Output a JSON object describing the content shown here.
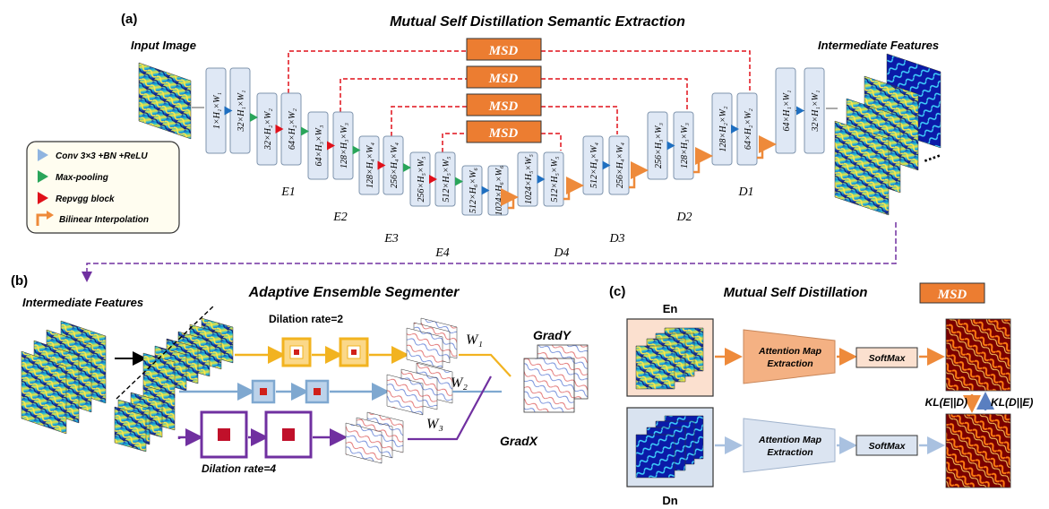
{
  "part_a": {
    "label": "(a)",
    "title": "Mutual Self Distillation Semantic Extraction",
    "input_label": "Input Image",
    "output_label": "Intermediate Features",
    "msd_labels": [
      "MSD",
      "MSD",
      "MSD",
      "MSD"
    ],
    "blocks": [
      "1×H₁×W₁",
      "32×H₁×W₁",
      "32×H₂×W₂",
      "64×H₂×W₂",
      "64×H₃×W₃",
      "128×H₃×W₃",
      "128×H₄×W₄",
      "256×H₄×W₄",
      "256×H₅×W₅",
      "512×H₅×W₅",
      "512×H₆×W₆",
      "1024×H₆×W₆",
      "1024×H₅×W₅",
      "512×H₅×W₅",
      "512×H₄×W₄",
      "256×H₄×W₄",
      "256×H₃×W₃",
      "128×H₃×W₃",
      "128×H₂×W₂",
      "64×H₂×W₂",
      "64×H₁×W₁",
      "32×H₁×W₁"
    ],
    "stage_labels": [
      "E1",
      "E2",
      "E3",
      "E4",
      "D4",
      "D3",
      "D2",
      "D1"
    ],
    "ellipsis": "....",
    "legend": [
      {
        "label": "Conv 3×3 +BN +ReLU",
        "color": "#8fb4e0"
      },
      {
        "label": "Max-pooling",
        "color": "#2aa55a"
      },
      {
        "label": "Repvgg block",
        "color": "#e0101a"
      },
      {
        "label": "Bilinear Interpolation",
        "color": "#ee8a3a"
      }
    ]
  },
  "part_b": {
    "label": "(b)",
    "input_label": "Intermediate Features",
    "title": "Adaptive Ensemble Segmenter",
    "dilation_top": "Dilation rate=2",
    "dilation_bottom": "Dilation rate=4",
    "weights": [
      "W₁",
      "W₂",
      "W₃"
    ],
    "grad_y": "GradY",
    "grad_x": "GradX"
  },
  "part_c": {
    "label": "(c)",
    "title": "Mutual Self Distillation",
    "msd_tag": "MSD",
    "en_label": "En",
    "dn_label": "Dn",
    "attention_top": [
      "Attention Map",
      "Extraction"
    ],
    "attention_bottom": [
      "Attention Map",
      "Extraction"
    ],
    "softmax_top": "SoftMax",
    "softmax_bottom": "SoftMax",
    "kl_left": "KL(E||D)",
    "kl_right": "KL(D||E)"
  },
  "colors": {
    "msd_fill": "#ec7d31",
    "dashed_red": "#e0101a",
    "purple": "#7030a0",
    "yellow": "#f2b320",
    "blue_path": "#7fa8d0",
    "block_fill": "#dfe8f5",
    "block_stroke": "#7f94ad"
  }
}
